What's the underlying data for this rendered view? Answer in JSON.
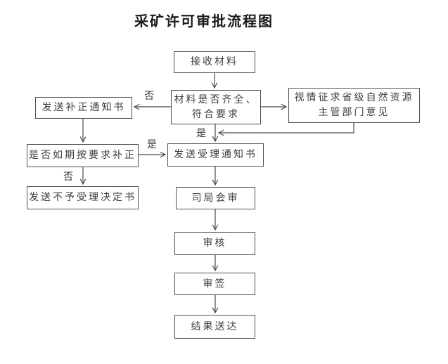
{
  "title": "采矿许可审批流程图",
  "nodes": {
    "receive": {
      "label": "接收材料"
    },
    "check": {
      "line1": "材料是否齐全、",
      "line2": "符合要求"
    },
    "send_correction": {
      "label": "发送补正通知书"
    },
    "consult": {
      "line1": "视情征求省级自然资源",
      "line2": "主管部门意见"
    },
    "correction_check": {
      "label": "是否如期按要求补正"
    },
    "reject": {
      "label": "发送不予受理决定书"
    },
    "acceptance": {
      "label": "发送受理通知书"
    },
    "joint_review": {
      "label": "司局会审"
    },
    "review": {
      "label": "审核"
    },
    "sign": {
      "label": "审签"
    },
    "deliver": {
      "label": "结果送达"
    }
  },
  "edge_labels": {
    "check_no": "否",
    "check_yes": "是",
    "correction_yes": "是",
    "correction_no": "否"
  },
  "colors": {
    "line": "#4a4a4a",
    "text": "#3c3c3c",
    "background": "#ffffff"
  }
}
